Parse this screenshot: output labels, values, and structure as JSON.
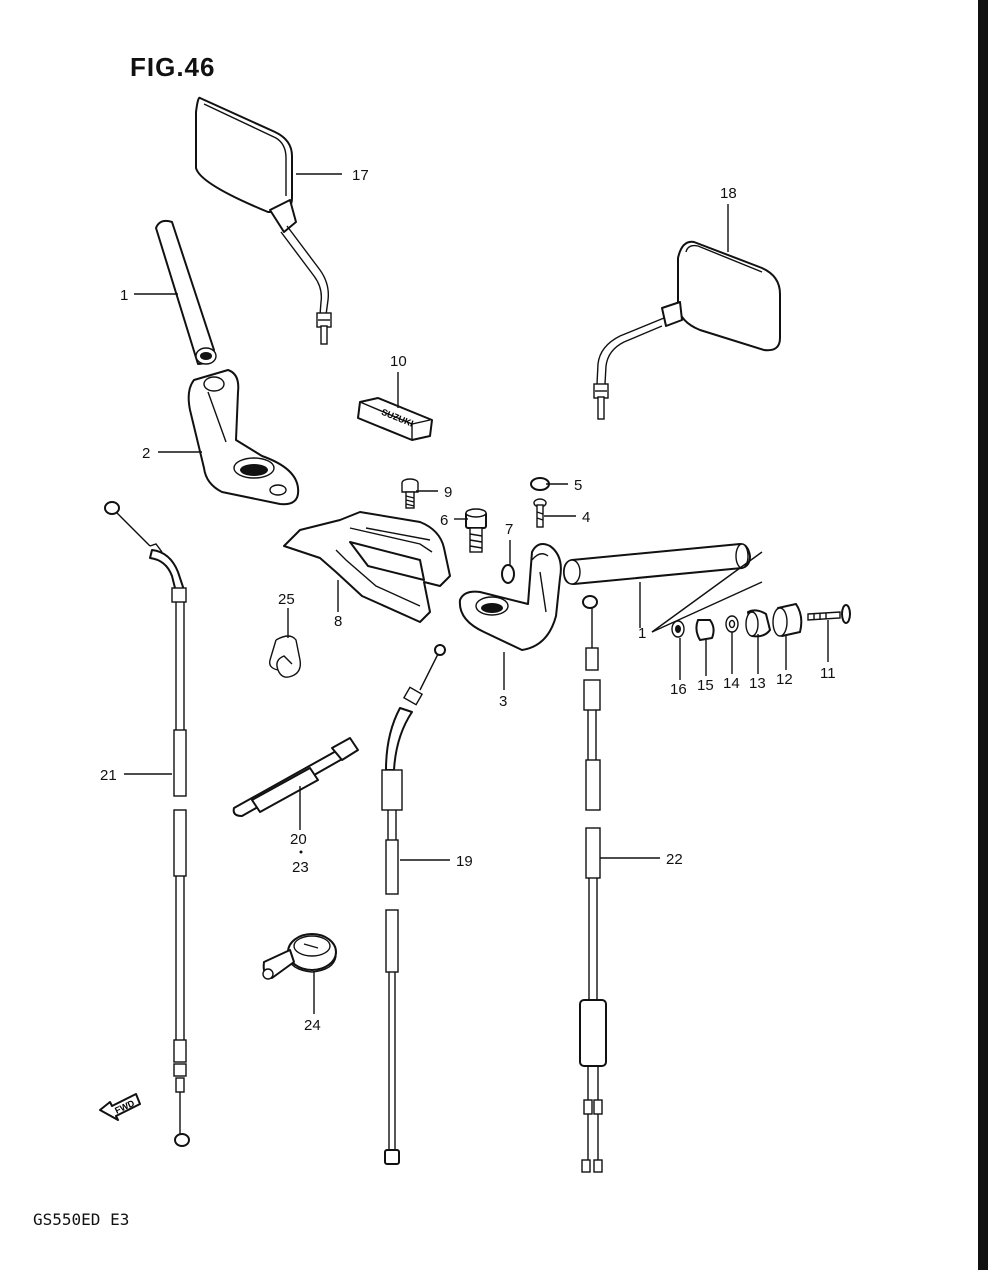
{
  "figure": {
    "title": "FIG.46",
    "model_code": "GS550ED  E3"
  },
  "labels": {
    "p1_upper": "1",
    "p1_lower": "1",
    "p2": "2",
    "p3": "3",
    "p4": "4",
    "p5": "5",
    "p6": "6",
    "p7": "7",
    "p8": "8",
    "p9": "9",
    "p10": "10",
    "p11": "11",
    "p12": "12",
    "p13": "13",
    "p14": "14",
    "p15": "15",
    "p16": "16",
    "p17": "17",
    "p18": "18",
    "p19": "19",
    "p20": "20",
    "p21": "21",
    "p22": "22",
    "p23": "23",
    "p24": "24",
    "p25": "25"
  },
  "emblem_text": "SUZUKI",
  "fwd_text": "FWD"
}
